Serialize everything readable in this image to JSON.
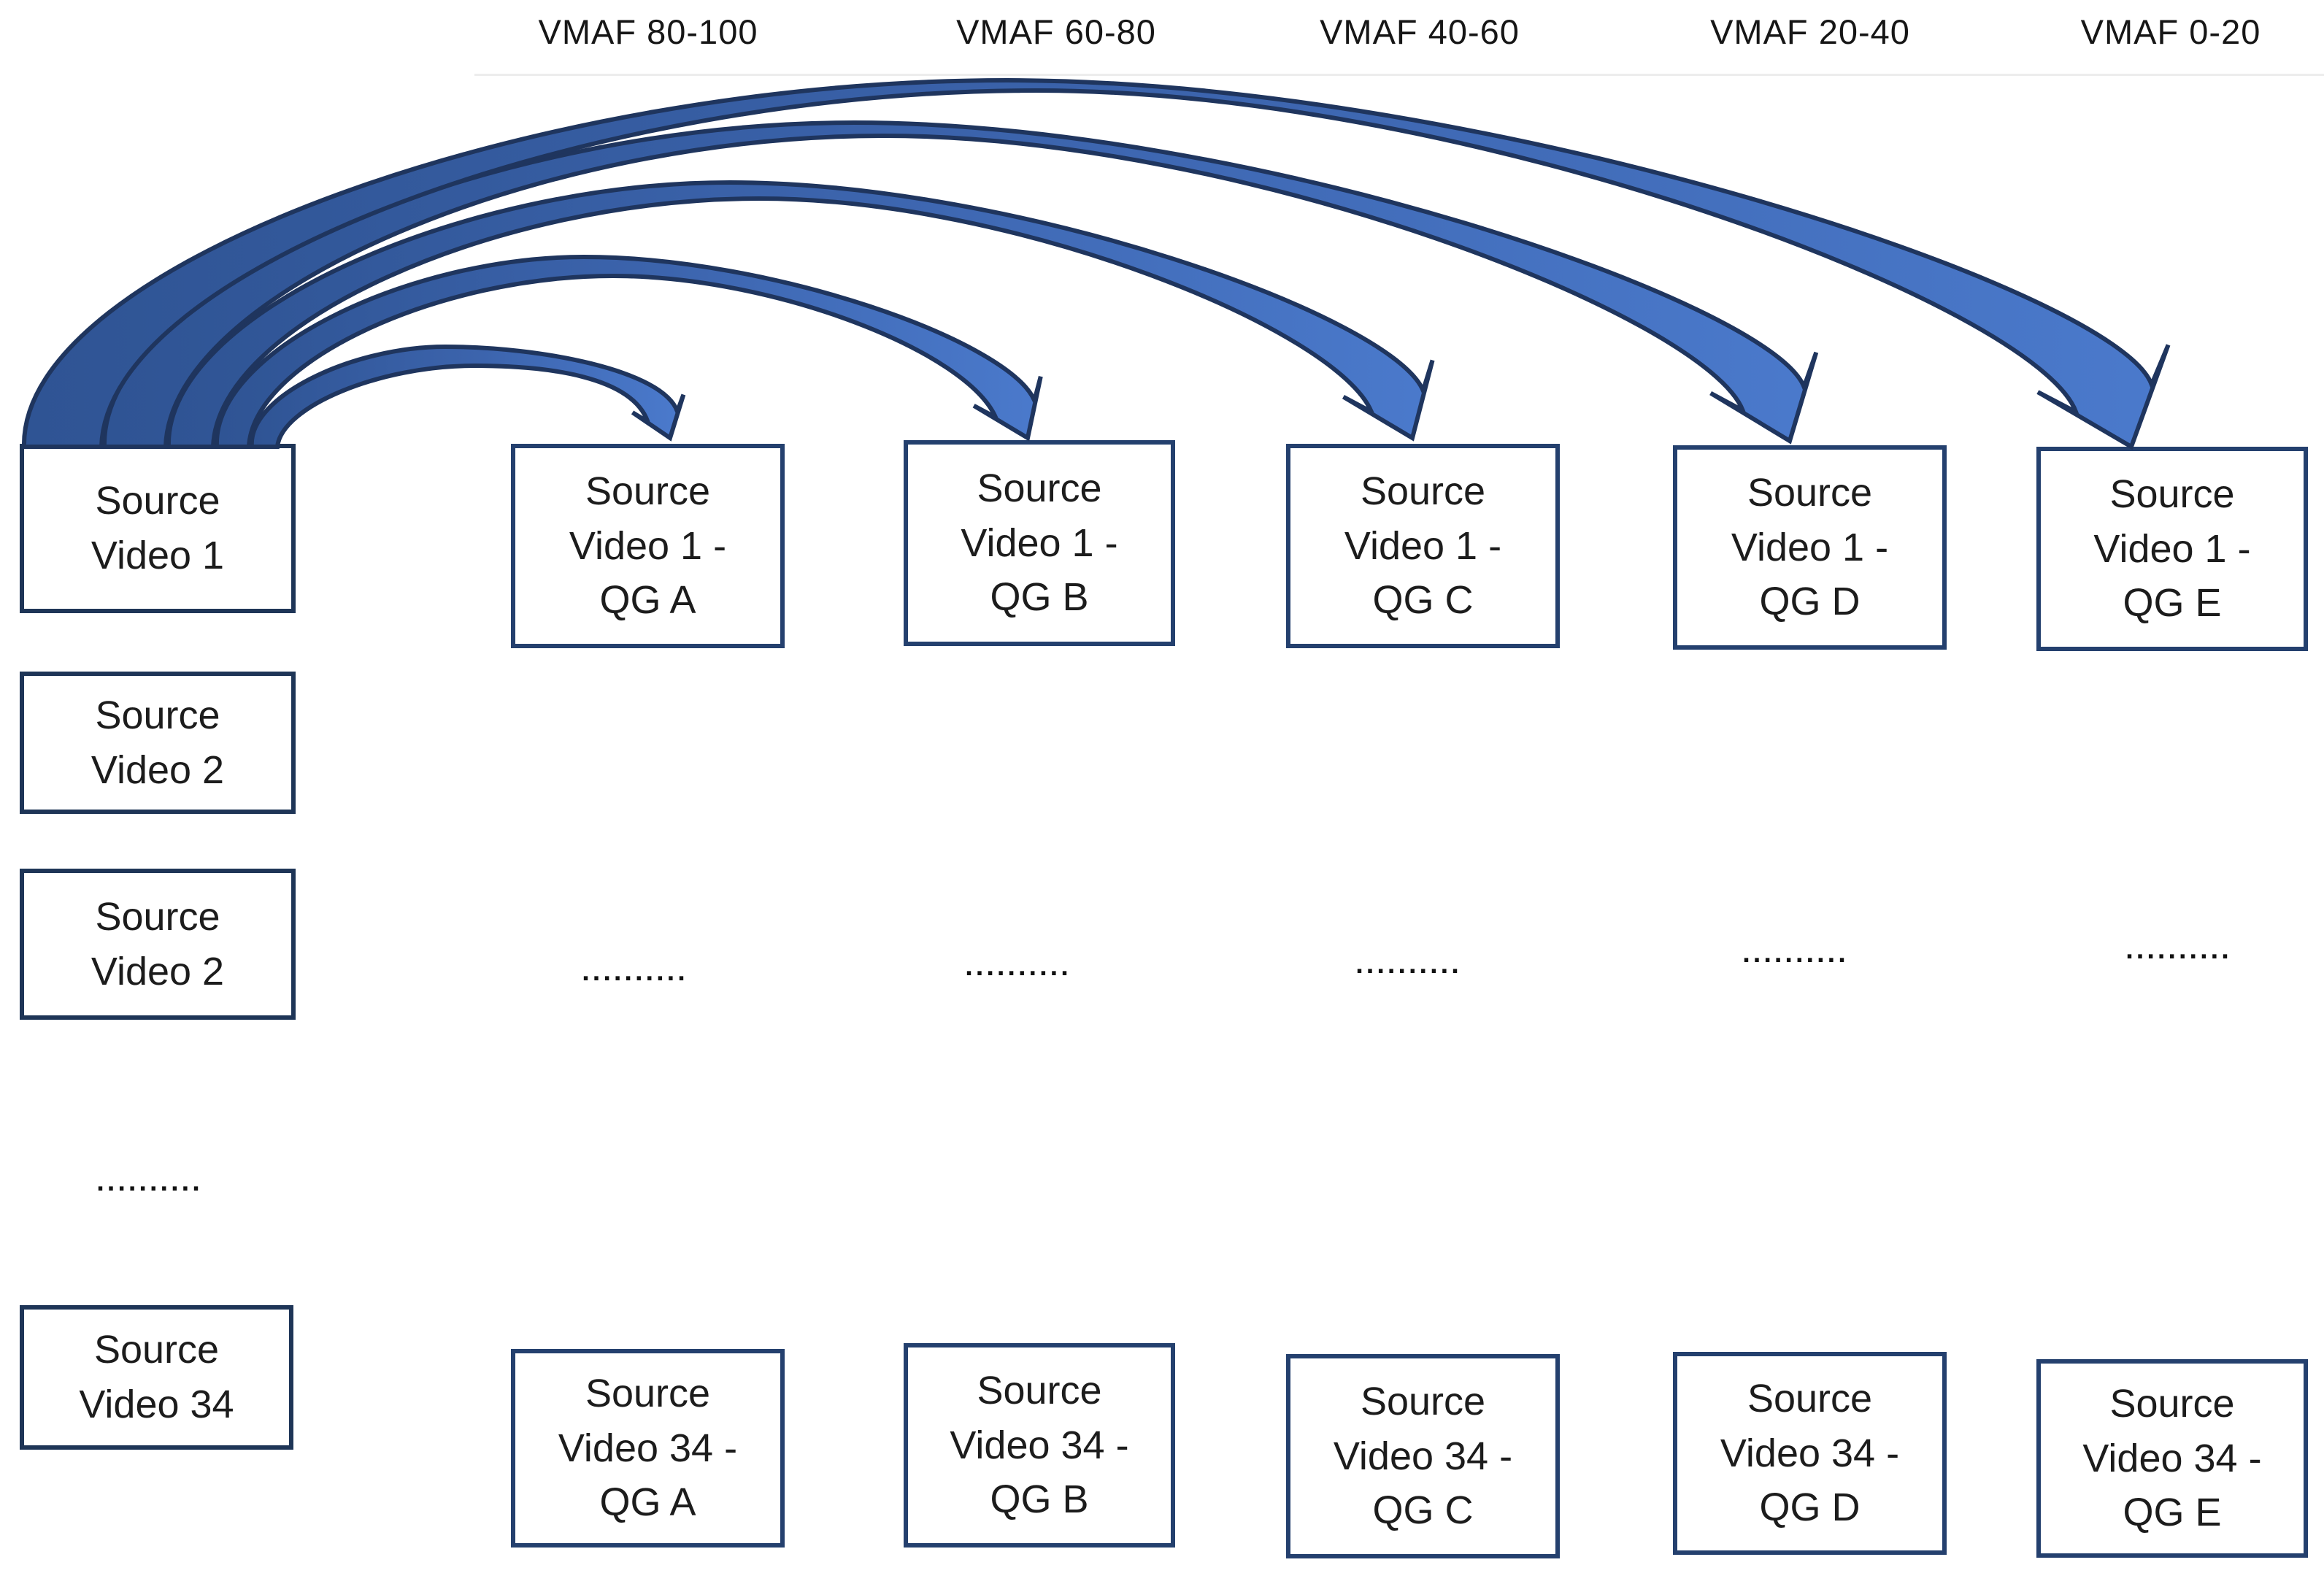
{
  "colors": {
    "background": "#ffffff",
    "box_border": "#24406e",
    "source_box_border": "#1e3557",
    "text": "#1c1c1c",
    "arrow_fill_dark": "#2f5494",
    "arrow_fill_mid": "#3c64ad",
    "arrow_fill_light": "#4a79cb",
    "arrow_outline": "#1f355e"
  },
  "vmaf_labels": [
    "VMAF 80-100",
    "VMAF 60-80",
    "VMAF 40-60",
    "VMAF 20-40",
    "VMAF 0-20"
  ],
  "source_boxes": [
    {
      "text": "Source\nVideo 1"
    },
    {
      "text": "Source\nVideo 2"
    },
    {
      "text": "Source\nVideo 2"
    },
    {
      "text": "Source\nVideo 34"
    }
  ],
  "left_ellipsis": "..........",
  "top_row": [
    {
      "text": "Source\nVideo 1 -\nQG A"
    },
    {
      "text": "Source\nVideo 1 -\nQG B"
    },
    {
      "text": "Source\nVideo 1 -\nQG C"
    },
    {
      "text": "Source\nVideo 1 -\nQG D"
    },
    {
      "text": "Source\nVideo 1 -\nQG E"
    }
  ],
  "middle_ellipsis": [
    "..........",
    "..........",
    "..........",
    "..........",
    ".........."
  ],
  "bottom_row": [
    {
      "text": "Source\nVideo 34 -\nQG A"
    },
    {
      "text": "Source\nVideo 34 -\nQG B"
    },
    {
      "text": "Source\nVideo 34 -\nQG C"
    },
    {
      "text": "Source\nVideo 34 -\nQG D"
    },
    {
      "text": "Source\nVideo 34 -\nQG E"
    }
  ],
  "arrows": [
    {
      "name": "arrow-source-video-1-to-qg-a",
      "from": "Source Video 1",
      "to": "Source Video 1 - QG A",
      "vmaf_range": "VMAF 80-100"
    },
    {
      "name": "arrow-source-video-1-to-qg-b",
      "from": "Source Video 1",
      "to": "Source Video 1 - QG B",
      "vmaf_range": "VMAF 60-80"
    },
    {
      "name": "arrow-source-video-1-to-qg-c",
      "from": "Source Video 1",
      "to": "Source Video 1 - QG C",
      "vmaf_range": "VMAF 40-60"
    },
    {
      "name": "arrow-source-video-1-to-qg-d",
      "from": "Source Video 1",
      "to": "Source Video 1 - QG D",
      "vmaf_range": "VMAF 20-40"
    },
    {
      "name": "arrow-source-video-1-to-qg-e",
      "from": "Source Video 1",
      "to": "Source Video 1 - QG E",
      "vmaf_range": "VMAF 0-20"
    }
  ]
}
